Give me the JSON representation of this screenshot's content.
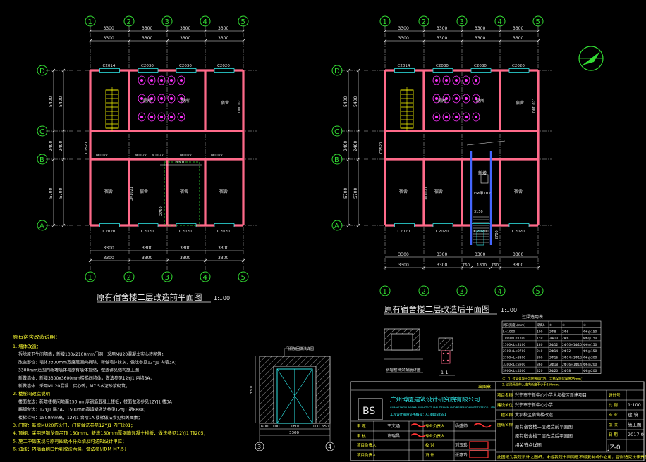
{
  "colors": {
    "background": "#000000",
    "grid_axis": "#f0f0f0",
    "bubble": "#33dd33",
    "wall": "#ff6a8a",
    "dimension": "#e8e8e8",
    "text_yellow": "#ffff33",
    "text_cyan": "#33ffff",
    "magenta_fixture": "#ff33ff",
    "blue_new": "#4466ff",
    "red_stamp": "#ff3333",
    "stair_yellow": "#ffff00"
  },
  "plan_before": {
    "title": "原有宿舍楼二层改造前平面图",
    "scale": "1:100",
    "col_axes": [
      "1",
      "2",
      "3",
      "4",
      "5"
    ],
    "row_axes": [
      "D",
      "C",
      "B",
      "A"
    ],
    "top_dims_upper": [
      "3300",
      "3300",
      "3300",
      "3300"
    ],
    "top_dims_lower": [
      "3300",
      "3300",
      "3300",
      "3300"
    ],
    "bottom_dims_upper": [
      "3300",
      "3300",
      "3300",
      "3300"
    ],
    "bottom_dims_lower": [
      "3300",
      "3300",
      "3300",
      "3300"
    ],
    "left_dims": [
      "5400",
      "2400",
      "5700"
    ],
    "window_tags_top": [
      "C2014",
      "C2030",
      "C2030",
      "C2020"
    ],
    "window_tags_bottom": [
      "C2020",
      "C2020",
      "C2020",
      "C2020"
    ],
    "door_tags": [
      "M1027",
      "M1027",
      "M1027",
      "M1027",
      "M1027"
    ],
    "side_tags": [
      "C1520",
      "DM1021",
      "DM1021"
    ],
    "room_labels": [
      "宿舍",
      "宿舍",
      "宿舍",
      "宿舍",
      "宿舍"
    ],
    "wc_label": "厕所",
    "dim_3300": "3300",
    "dim_2750": "2750"
  },
  "plan_after": {
    "title": "原有宿舍楼二层改造后平面图",
    "scale": "1:100",
    "col_axes": [
      "1",
      "2",
      "3",
      "4",
      "5"
    ],
    "row_axes": [
      "D",
      "C",
      "B",
      "A"
    ],
    "top_dims_upper": [
      "3300",
      "3300",
      "3300",
      "3300"
    ],
    "top_dims_lower": [
      "3300",
      "3300",
      "3300",
      "3300"
    ],
    "bottom_dims_upper": [
      "3300",
      "3300",
      "3300",
      "3300"
    ],
    "bottom_dims_lower": [
      "3300",
      "3300",
      "760",
      "1800",
      "760",
      "3300"
    ],
    "left_dims": [
      "5400",
      "2400",
      "5700"
    ],
    "window_tags_top": [
      "C2014",
      "C2030",
      "C2030",
      "C2020"
    ],
    "window_tags_bottom": [
      "C2020",
      "C2020",
      "C2020",
      "C2020"
    ],
    "room_labels": [
      "宿舍",
      "宿舍",
      "宿舍",
      "宿舍"
    ],
    "new_door": "FM甲1021",
    "new_room": "新增",
    "dim_3150": "3150",
    "dim_2700": "2700"
  },
  "notes": {
    "title": "原有宿舍改造说明：",
    "lines": [
      "1. 墙体改造：",
      "拆除原卫生间隔墙，新增100x2100mm门洞，采用MU20混凝土实心砖砌筑；",
      "改造部位：墙体3300mm宽度范围内拆除，新做墙体抹灰，做法参见12YJ1 内墙3A；",
      "3300mm范围内新增墙体与原有墙体拉结，做法详见结构施工图；",
      "新做墙体：新增3300x3600mm楼梯间墙体，做法参见12YJ1 内墙3A；",
      "新做墙体：采用MU20混凝土实心砖，M7.5水泥砂浆砌筑；",
      "2. 楼梯间改造说明：",
      "楼面做法：新增楼梯间地面150mm厚钢筋混凝土楼板，楼面做法参见12YJ1 楼3A；",
      "踢脚做法：12YJ1 踢3A，1500mm高墙裙做法参见12YJ1 裙8888；",
      "楼梯栏杆：1500mm高，12YJ1 台阶1A 楼梯做法参见相关图集；",
      "3. 门窗：新增MU20防火门，门窗做法参见12YJ1 内门201；",
      "4. 顶棚：采用轻钢龙骨吊顶 150mm，新增150mm厚钢筋混凝土楼板，做法参见12YJ1 顶205；",
      "5. 施工中如发现与原有图纸不符处请及时通知设计单位；",
      "6. 油漆：内墙面刷白色乳胶漆两遍，做法参见DM-M7.5；"
    ]
  },
  "section_detail": {
    "label": "门洞加固做法详图",
    "dims": [
      "600",
      "100",
      "1800",
      "100",
      "650"
    ],
    "total": "3300",
    "axis": "3",
    "axis2": "4",
    "height": "3300"
  },
  "beam_detail": {
    "label": "新增楼梯梁配筋详图",
    "cut": "1-1"
  },
  "lintel_table": {
    "title": "过梁选用表",
    "headers": [
      "洞口宽度L(mm)",
      "梁高h",
      "①",
      "②",
      "③"
    ],
    "rows": [
      [
        "L<1000",
        "100",
        "2Ф8",
        "2Ф8",
        "Ф6@150"
      ],
      [
        "1000<L<1500",
        "150",
        "2Ф10",
        "2Ф8",
        "Ф6@150"
      ],
      [
        "1500<L<2100",
        "180",
        "2Ф12",
        "2Ф10+1Ф10",
        "Ф6@150"
      ],
      [
        "2100<L<2700",
        "240",
        "2Ф14",
        "2Ф12",
        "Ф6@150"
      ],
      [
        "2700<L<3300",
        "300",
        "2Ф16",
        "2Ф14+1Ф12",
        "Ф6@200"
      ],
      [
        "3300<L<3900",
        "360",
        "2Ф18",
        "2Ф16+1Ф14",
        "Ф6@200"
      ],
      [
        "3900<L<4500",
        "420",
        "2Ф20",
        "2Ф18",
        "Ф8@200"
      ]
    ],
    "notes": [
      "注：1. 过梁混凝土强度等级C25，主筋保护层厚度25mm；",
      "2. 过梁两端伸入墙内长度不小于250mm。"
    ]
  },
  "title_block": {
    "company": "广州博厦建筑设计研究院有限公司",
    "company_en": "GUANGZHOU BOSHA ARCHITECTURAL DESIGN AND RESEARCH INSTITUTE CO., LTD.",
    "cert": "工程设计资质证书编号：A144058581",
    "logo": "BS",
    "seal_header": "出图章",
    "sign_rows": [
      [
        "审  定",
        "",
        "专业负责人",
        ""
      ],
      [
        "审  核",
        "",
        "专业负责人",
        ""
      ],
      [
        "项目负责人",
        "",
        "校  对",
        ""
      ],
      [
        "项目负责人",
        "",
        "设  计",
        ""
      ]
    ],
    "names": [
      "王文涵",
      "许瑞昌",
      "杨盛帅",
      "刘玉珍",
      "张惠玲"
    ],
    "project_rows": [
      [
        "项目名称",
        "兴宁市宁新中心小学大坝校区新建项目"
      ],
      [
        "建设单位",
        "兴宁市宁新中心小学"
      ],
      [
        "工程名称",
        "大坝校区宿舍楼改造"
      ],
      [
        "图纸名称",
        "原有宿舍楼二层改造前平面图\n原有宿舍楼二层改造后平面图\n相关节点详图"
      ]
    ],
    "right_labels": [
      "设计号",
      "比  例",
      "专  业",
      "版  次",
      "日  期"
    ],
    "right_values": [
      "",
      "1:100",
      "建  筑",
      "施工图",
      "2017.0"
    ],
    "drawing_no": "JZ-0",
    "footer": "此图纸为我院设计之图纸，未经我院书面同意不得复制或作它用，否则追究法律责任。"
  },
  "north": {
    "symbol": "N"
  }
}
